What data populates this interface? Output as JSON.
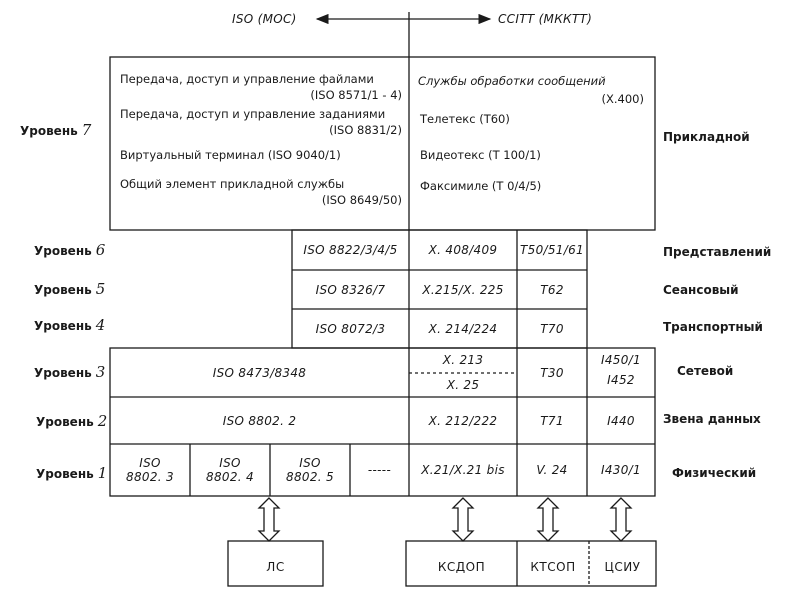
{
  "header": {
    "left": "ISO (МОС)",
    "right": "CCITT (МККТТ)"
  },
  "levels": [
    {
      "label": "Уровень",
      "num": "7",
      "name": "Прикладной"
    },
    {
      "label": "Уровень",
      "num": "6",
      "name": "Представлений"
    },
    {
      "label": "Уровень",
      "num": "5",
      "name": "Сеансовый"
    },
    {
      "label": "Уровень",
      "num": "4",
      "name": "Транспортный"
    },
    {
      "label": "Уровень",
      "num": "3",
      "name": "Сетевой"
    },
    {
      "label": "Уровень",
      "num": "2",
      "name": "Звена данных"
    },
    {
      "label": "Уровень",
      "num": "1",
      "name": "Физический"
    }
  ],
  "application": {
    "iso": [
      {
        "line1": "Передача, доступ и управление файлами",
        "line2": "(ISO 8571/1 - 4)"
      },
      {
        "line1": "Передача, доступ и управление заданиями",
        "line2": "(ISO 8831/2)"
      },
      {
        "line1": "Виртуальный терминал  (ISO 9040/1)",
        "line2": ""
      },
      {
        "line1": "Общий элемент  прикладной службы",
        "line2": "(ISO 8649/50)"
      }
    ],
    "ccitt": [
      {
        "line1": "Службы обработки сообщений",
        "line2": "(X.400)"
      },
      {
        "line1": "Телетекс  (Т60)",
        "line2": ""
      },
      {
        "line1": "Видеотекс  (Т 100/1)",
        "line2": ""
      },
      {
        "line1": "Факсимиле  (Т 0/4/5)",
        "line2": ""
      }
    ]
  },
  "level6": {
    "iso": "ISO  8822/3/4/5",
    "x": "X. 408/409",
    "t": "T50/51/61"
  },
  "level5": {
    "iso": "ISO   8326/7",
    "x": "X.215/X. 225",
    "t": "T62"
  },
  "level4": {
    "iso": "ISO   8072/3",
    "x": "X. 214/224",
    "t": "T70"
  },
  "level3": {
    "iso": "ISO   8473/8348",
    "x_top": "X. 213",
    "x_bottom": "X. 25",
    "t": "T30",
    "i_top": "I450/1",
    "i_bottom": "I452"
  },
  "level2": {
    "iso": "ISO   8802. 2",
    "x": "X. 212/222",
    "t": "T71",
    "i": "I440"
  },
  "level1": {
    "iso": [
      {
        "l1": "ISO",
        "l2": "8802. 3"
      },
      {
        "l1": "ISO",
        "l2": "8802. 4"
      },
      {
        "l1": "ISO",
        "l2": "8802. 5"
      }
    ],
    "dashes": "-----",
    "x": "X.21/X.21 bis",
    "v": "V. 24",
    "i": "I430/1"
  },
  "bottom": {
    "ls": "ЛС",
    "ksdop": "КСДОП",
    "ktsop": "КТСОП",
    "tsiu": "ЦСИУ"
  }
}
